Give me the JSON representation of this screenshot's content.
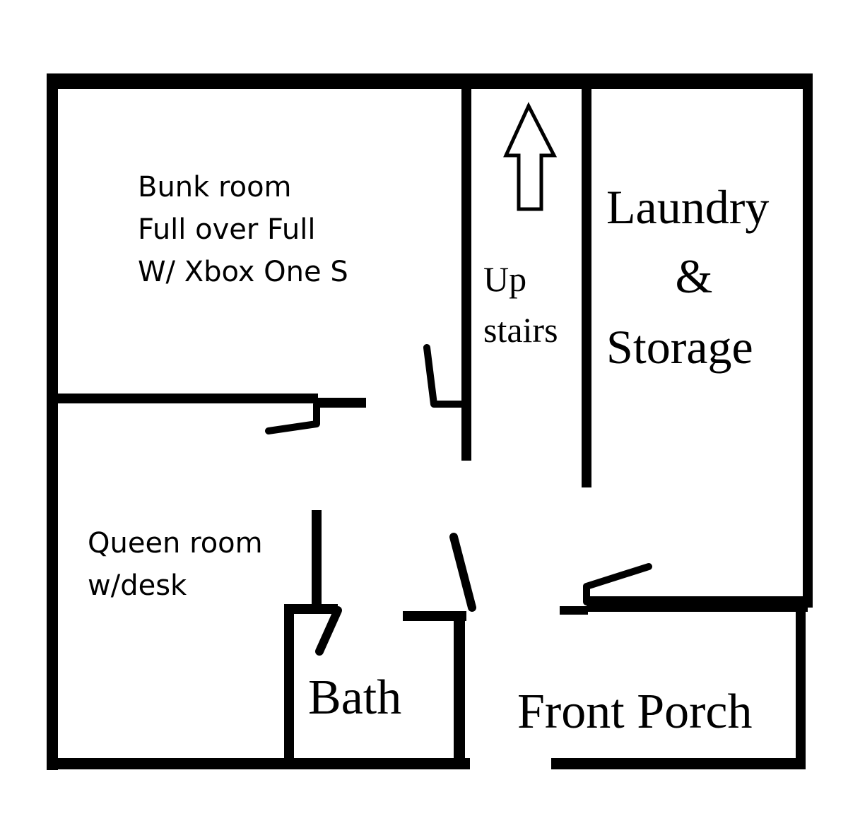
{
  "rooms": {
    "bunk_room": {
      "lines": [
        "Bunk room",
        "Full over Full",
        "W/ Xbox One S"
      ]
    },
    "queen_room": {
      "lines": [
        "Queen room",
        "w/desk"
      ]
    },
    "stairs": {
      "lines": [
        "Up",
        "stairs"
      ],
      "arrow_icon": "arrow-up-icon"
    },
    "laundry": {
      "lines": [
        "Laundry",
        "&",
        "Storage"
      ]
    },
    "bath": {
      "label": "Bath"
    },
    "front_porch": {
      "label": "Front Porch"
    }
  },
  "colors": {
    "wall": "#000000",
    "background": "#ffffff"
  }
}
